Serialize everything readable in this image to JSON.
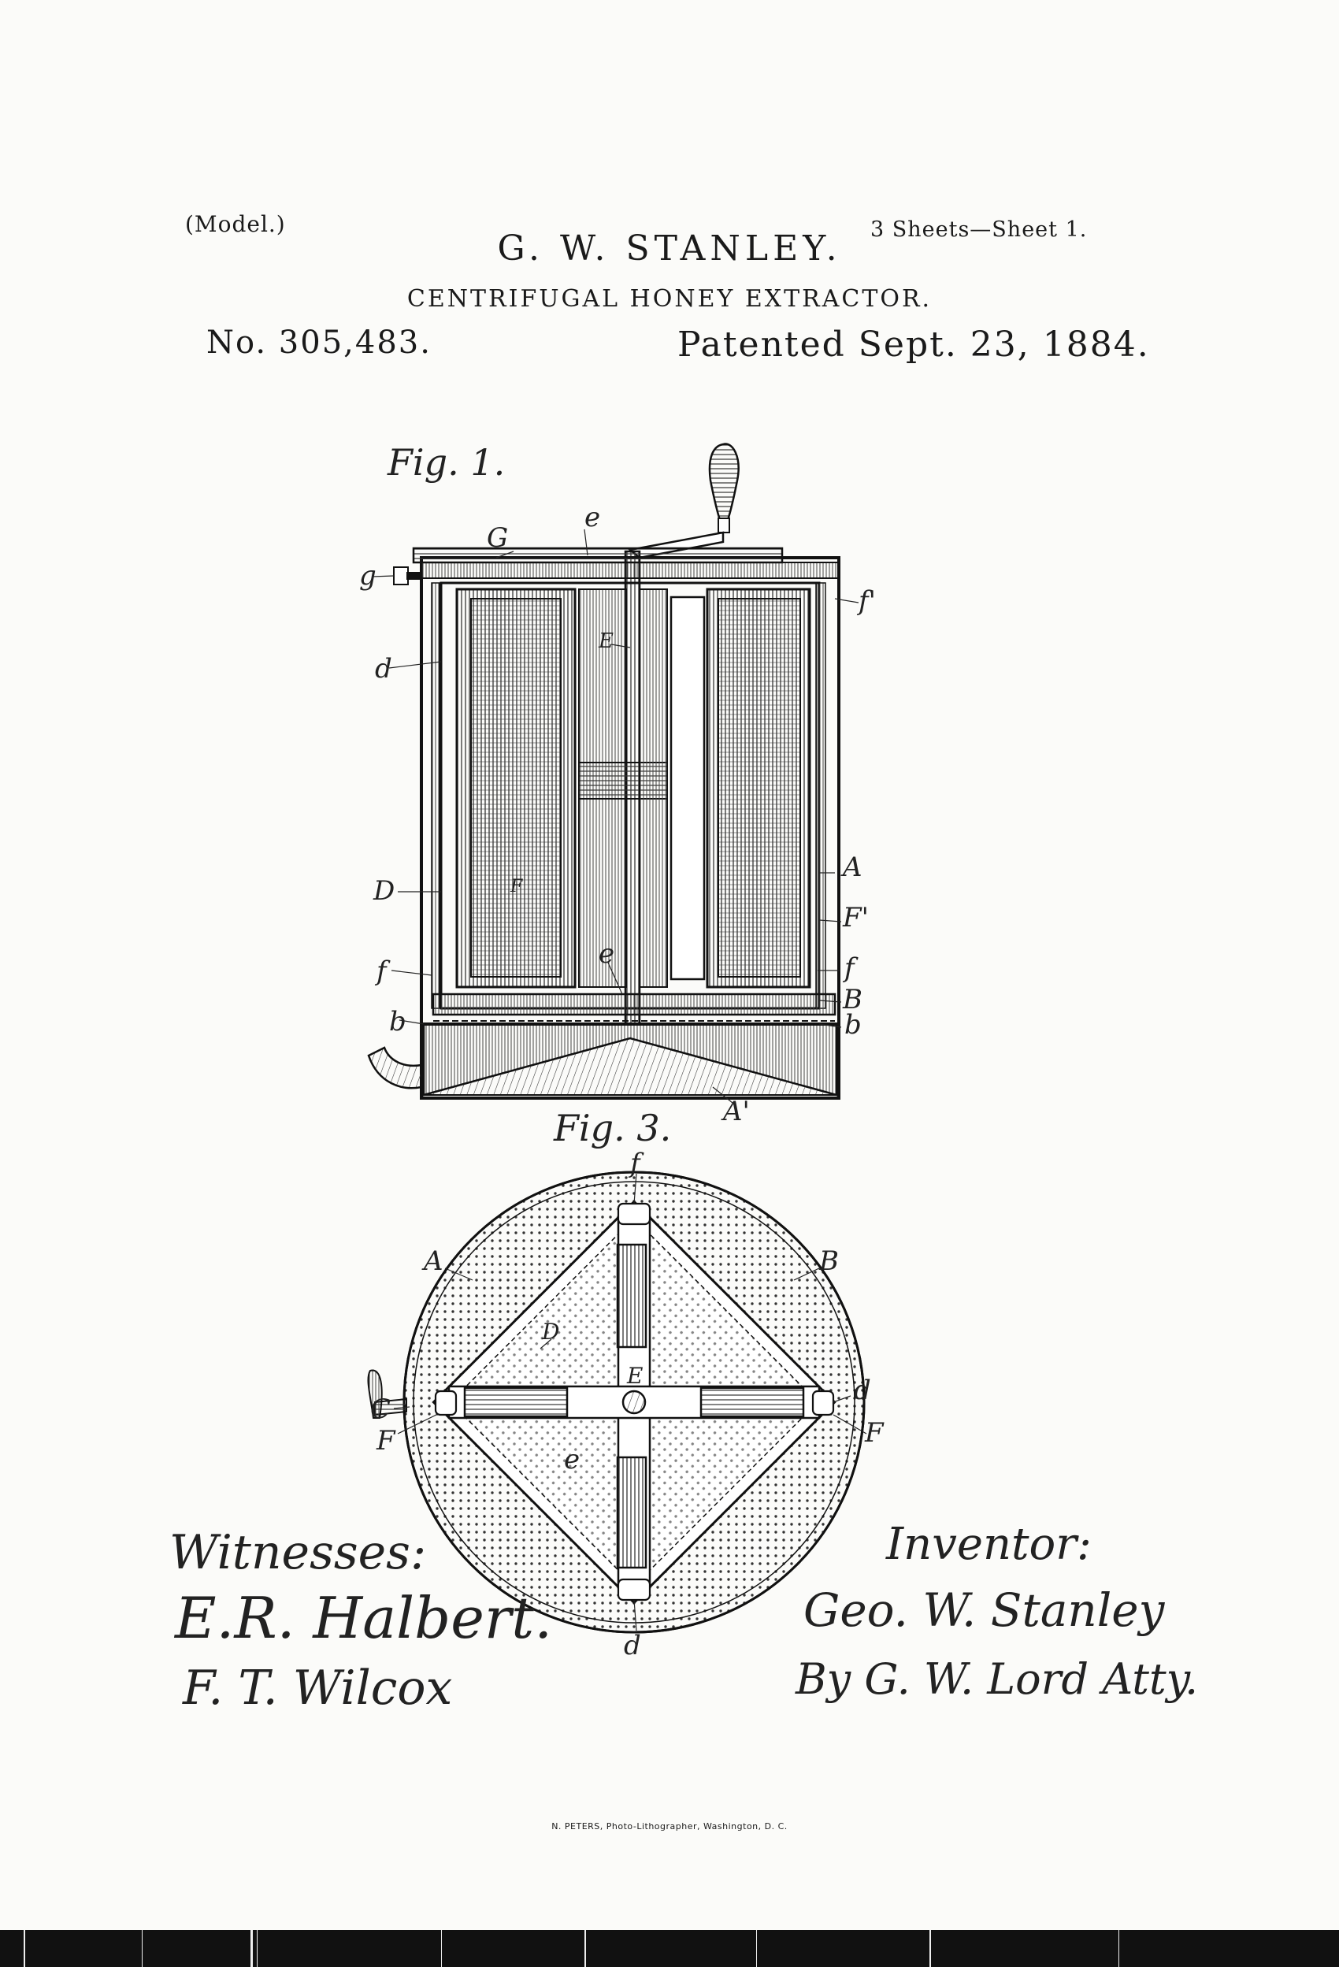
{
  "header": {
    "model": "(Model.)",
    "sheets": "3 Sheets—Sheet 1.",
    "inventor": "G. W. STANLEY.",
    "title": "CENTRIFUGAL HONEY EXTRACTOR.",
    "patent_number": "No. 305,483.",
    "patent_date": "Patented Sept. 23, 1884."
  },
  "figures": {
    "fig1": {
      "label": "Fig. 1.",
      "refs": {
        "G": "G",
        "e_top": "e",
        "g": "g",
        "f_prime": "f'",
        "d": "d",
        "E": "E",
        "D": "D",
        "F_inner": "F",
        "A": "A",
        "F_prime": "F'",
        "f_left": "f",
        "e_bottom": "e",
        "f_right": "f",
        "B": "B",
        "b_left": "b",
        "b_right": "b",
        "A_prime": "A'"
      }
    },
    "fig3": {
      "label": "Fig. 3.",
      "refs": {
        "f": "f",
        "A": "A",
        "B": "B",
        "D": "D",
        "E": "E",
        "d_right": "d",
        "C": "C",
        "F_left": "F",
        "F_right": "F",
        "e": "e",
        "d_bottom": "d"
      }
    }
  },
  "signatures": {
    "witnesses_label": "Witnesses:",
    "witness_1": "E.R. Halbert.",
    "witness_2": "F. T. Wilcox",
    "inventor_label": "Inventor:",
    "inventor_signature": "Geo. W. Stanley",
    "attorney_signature": "By G. W. Lord Atty."
  },
  "footer": {
    "lithographer": "N. PETERS, Photo-Lithographer, Washington, D. C."
  }
}
